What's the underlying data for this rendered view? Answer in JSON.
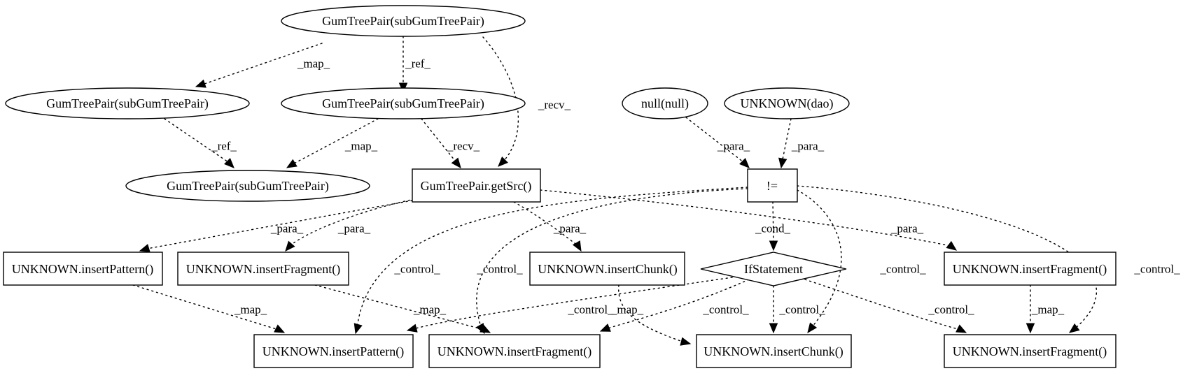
{
  "nodes": {
    "n_top": "GumTreePair(subGumTreePair)",
    "n_left2": "GumTreePair(subGumTreePair)",
    "n_mid2": "GumTreePair(subGumTreePair)",
    "n_null": "null(null)",
    "n_dao": "UNKNOWN(dao)",
    "n_low3": "GumTreePair(subGumTreePair)",
    "n_getsrc": "GumTreePair.getSrc()",
    "n_neq": "!=",
    "n_ip1": "UNKNOWN.insertPattern()",
    "n_if1": "UNKNOWN.insertFragment()",
    "n_ic1": "UNKNOWN.insertChunk()",
    "n_ifst": "IfStatement",
    "n_if2": "UNKNOWN.insertFragment()",
    "n_ip2": "UNKNOWN.insertPattern()",
    "n_if3": "UNKNOWN.insertFragment()",
    "n_ic2": "UNKNOWN.insertChunk()",
    "n_if4": "UNKNOWN.insertFragment()"
  },
  "edges": [
    {
      "from": "n_top",
      "to": "n_left2",
      "label": "_map_"
    },
    {
      "from": "n_top",
      "to": "n_mid2",
      "label": "_ref_"
    },
    {
      "from": "n_top",
      "to": "n_getsrc",
      "label": "_recv_"
    },
    {
      "from": "n_left2",
      "to": "n_low3",
      "label": "_ref_"
    },
    {
      "from": "n_mid2",
      "to": "n_low3",
      "label": "_map_"
    },
    {
      "from": "n_mid2",
      "to": "n_getsrc",
      "label": "_recv_"
    },
    {
      "from": "n_null",
      "to": "n_neq",
      "label": "_para_"
    },
    {
      "from": "n_dao",
      "to": "n_neq",
      "label": "_para_"
    },
    {
      "from": "n_getsrc",
      "to": "n_ip1",
      "label": "_para_"
    },
    {
      "from": "n_getsrc",
      "to": "n_if1",
      "label": "_para_"
    },
    {
      "from": "n_getsrc",
      "to": "n_ic1",
      "label": "_para_"
    },
    {
      "from": "n_getsrc",
      "to": "n_if2",
      "label": "_para_"
    },
    {
      "from": "n_neq",
      "to": "n_ifst",
      "label": "_cond_"
    },
    {
      "from": "n_neq",
      "to": "n_ip2",
      "label": "_control_"
    },
    {
      "from": "n_neq",
      "to": "n_if3",
      "label": "_control_"
    },
    {
      "from": "n_neq",
      "to": "n_ic2",
      "label": "_control_"
    },
    {
      "from": "n_neq",
      "to": "n_if4",
      "label": "_control_"
    },
    {
      "from": "n_ip1",
      "to": "n_ip2",
      "label": "_map_"
    },
    {
      "from": "n_if1",
      "to": "n_if3",
      "label": "_map_"
    },
    {
      "from": "n_ic1",
      "to": "n_ic2",
      "label": "_map_"
    },
    {
      "from": "n_ifst",
      "to": "n_ip2",
      "label": "_control_"
    },
    {
      "from": "n_ifst",
      "to": "n_if3",
      "label": "_control_"
    },
    {
      "from": "n_ifst",
      "to": "n_ic2",
      "label": "_control_"
    },
    {
      "from": "n_ifst",
      "to": "n_if4",
      "label": "_control_"
    },
    {
      "from": "n_if2",
      "to": "n_if4",
      "label": "_map_"
    }
  ]
}
